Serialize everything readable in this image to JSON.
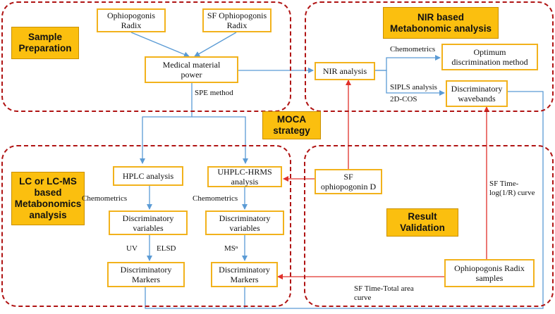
{
  "regions": {
    "sample_preparation": "Sample\nPreparation",
    "nir_metabonomic": "NIR based\nMetabonomic analysis",
    "moca": "MOCA\nstrategy",
    "lc_ms": "LC or LC-MS\nbased\nMetabonomics\nanalysis",
    "result_validation": "Result\nValidation"
  },
  "boxes": {
    "ophiopogonis_radix": "Ophiopogonis\nRadix",
    "sf_ophiopogonis_radix": "SF Ophiopogonis\nRadix",
    "medical_material_power": "Medical  material\npower",
    "nir_analysis": "NIR analysis",
    "optimum_discrimination": "Optimum\ndiscrimination  method",
    "discriminatory_wavebands": "Discriminatory\nwavebands",
    "hplc_analysis": "HPLC analysis",
    "uhplc_hrms": "UHPLC-HRMS\nanalysis",
    "sf_ophiopogonin_d": "SF\nophiopogonin  D",
    "disc_variables_left": "Discriminatory\nvariables",
    "disc_variables_right": "Discriminatory\nvariables",
    "disc_markers_left": "Discriminatory\nMarkers",
    "disc_markers_right": "Discriminatory\nMarkers",
    "ophiopogonis_samples": "Ophiopogonis  Radix\nsamples"
  },
  "labels": {
    "spe_method": "SPE method",
    "chemometrics_top": "Chemometrics",
    "sipls": "SIPLS analysis",
    "cos_2d": "2D-COS",
    "chemometrics_left": "Chemometrics",
    "chemometrics_right": "Chemometrics",
    "uv": "UV",
    "elsd": "ELSD",
    "ms_n": "MSⁿ",
    "sf_time_log": "SF Time-\nlog(1/R) curve",
    "sf_time_total": "SF Time-Total area\ncurve"
  },
  "colors": {
    "region_border": "#b01414",
    "box_border": "#f2b21c",
    "tag_fill": "#fbbf0f",
    "blue_connector": "#5b9bd5",
    "red_connector": "#e0302a"
  }
}
